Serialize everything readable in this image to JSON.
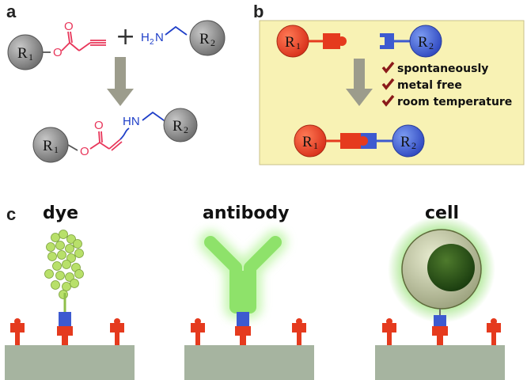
{
  "panel_a": {
    "letter": "a",
    "r1_label": "R",
    "r1_sub": "1",
    "r2_label": "R",
    "r2_sub": "2",
    "plus": "+",
    "amine_h": "H",
    "amine_sub": "2",
    "amine_n": "N",
    "product_nh": "HN",
    "product_r1_label": "R",
    "product_r1_sub": "1",
    "product_r2_label": "R",
    "product_r2_sub": "2",
    "colors": {
      "alkyne": "#e8365a",
      "amine": "#1f3fc8",
      "sphere": "#8c8c8c",
      "arrow": "#9c9c8c"
    }
  },
  "panel_b": {
    "letter": "b",
    "r1_label": "R",
    "r1_sub": "1",
    "r2_label": "R",
    "r2_sub": "2",
    "product_r1_label": "R",
    "product_r1_sub": "1",
    "product_r2_label": "R",
    "product_r2_sub": "2",
    "features": [
      "spontaneously",
      "metal free",
      "room temperature"
    ],
    "colors": {
      "background": "#f8f2b4",
      "red": "#e53a1e",
      "blue": "#3d5ad0",
      "check": "#8b1a1a"
    }
  },
  "panel_c": {
    "letter": "c",
    "titles": [
      "dye",
      "antibody",
      "cell"
    ],
    "colors": {
      "substrate": "#a6b4a0",
      "linker_red": "#e53a1e",
      "linker_blue": "#3d5ad0",
      "glow": "#7ed957"
    }
  }
}
